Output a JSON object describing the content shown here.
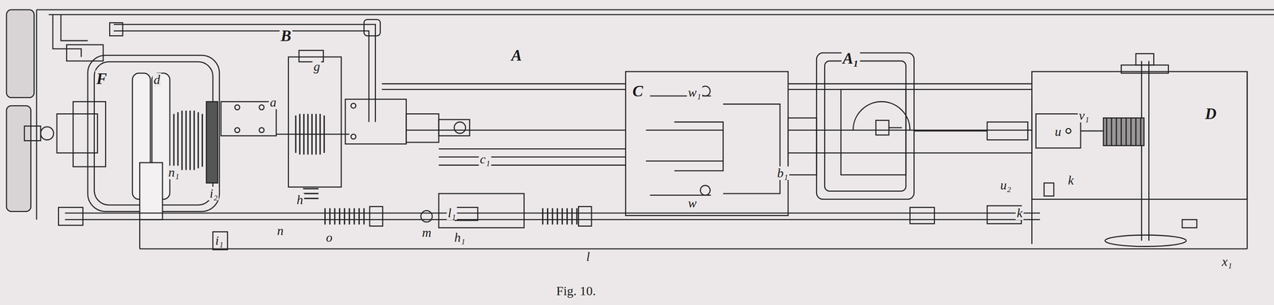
{
  "diagram": {
    "caption": "Fig. 10.",
    "labels": [
      "A",
      "B",
      "F",
      "d",
      "g",
      "a",
      "n₁",
      "i₂",
      "i₁",
      "h",
      "n",
      "o",
      "m",
      "l₁",
      "h₁",
      "l",
      "c₁",
      "C",
      "w₁",
      "w",
      "b₁",
      "A₁",
      "u",
      "u₂",
      "v₁",
      "k",
      "k",
      "D",
      "x₁"
    ]
  }
}
